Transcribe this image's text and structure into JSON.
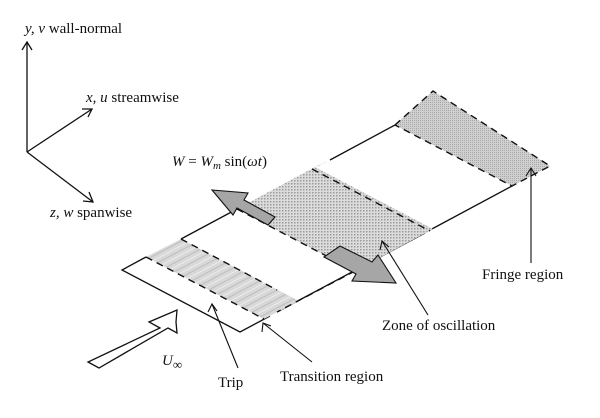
{
  "axes": {
    "y_label_var": "y, v",
    "y_label_text": " wall-normal",
    "x_label_var": "x, u",
    "x_label_text": " streamwise",
    "z_label_var": "z, w",
    "z_label_text": " spanwise"
  },
  "equation": {
    "lhs": "W",
    "eq": " = ",
    "wm": "W",
    "wm_sub": "m",
    "sin": " sin(",
    "arg": "ωt",
    "close": ")"
  },
  "freestream": {
    "symbol": "U",
    "subscript": "∞"
  },
  "labels": {
    "trip": "Trip",
    "transition": "Transition region",
    "oscillation": "Zone of oscillation",
    "fringe": "Fringe region"
  },
  "colors": {
    "line": "#111111",
    "arrow_fill": "#a6a6a6",
    "hatch_bg": "#d4d4d4",
    "hatch_dot": "#9a9a9a"
  }
}
